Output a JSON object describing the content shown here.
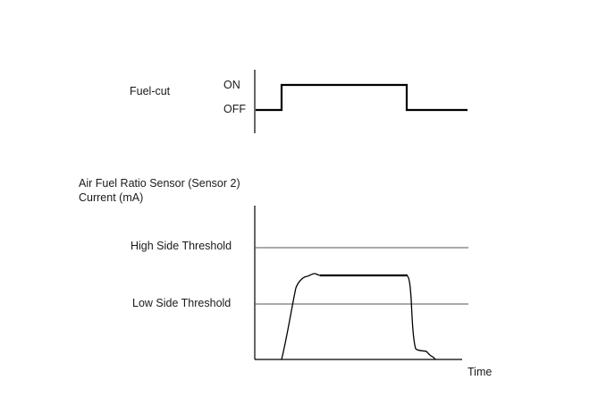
{
  "fuel_cut": {
    "label": "Fuel-cut",
    "on_label": "ON",
    "off_label": "OFF",
    "states": [
      "OFF",
      "ON",
      "OFF"
    ]
  },
  "sensor": {
    "title_line1": "Air Fuel Ratio Sensor (Sensor 2)",
    "title_line2": "Current (mA)",
    "high_threshold_label": "High Side Threshold",
    "low_threshold_label": "Low Side Threshold",
    "x_axis_label": "Time"
  },
  "colors": {
    "line": "#000000",
    "threshold": "#555555",
    "text": "#1a1a1a"
  }
}
